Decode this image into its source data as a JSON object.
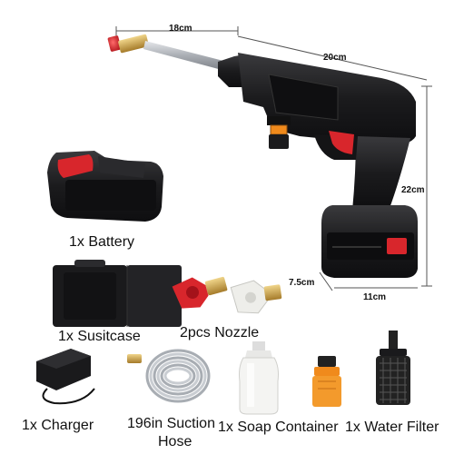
{
  "dimensions": {
    "barrel_length": "18cm",
    "gun_length": "20cm",
    "height": "22cm",
    "battery_depth": "7.5cm",
    "battery_width": "11cm"
  },
  "items": {
    "battery": "1x Battery",
    "suitcase": "1x Susitcase",
    "nozzle": "2pcs Nozzle",
    "charger": "1x Charger",
    "hose_line1": "196in Suction",
    "hose_line2": "Hose",
    "soap": "1x Soap Container",
    "filter": "1x Water Filter"
  },
  "colors": {
    "body": "#1b1b1d",
    "accent_red": "#d8262c",
    "brass": "#c9a24a",
    "steel": "#b8bcc2",
    "orange": "#f08a1c",
    "dim_line": "#555555"
  }
}
